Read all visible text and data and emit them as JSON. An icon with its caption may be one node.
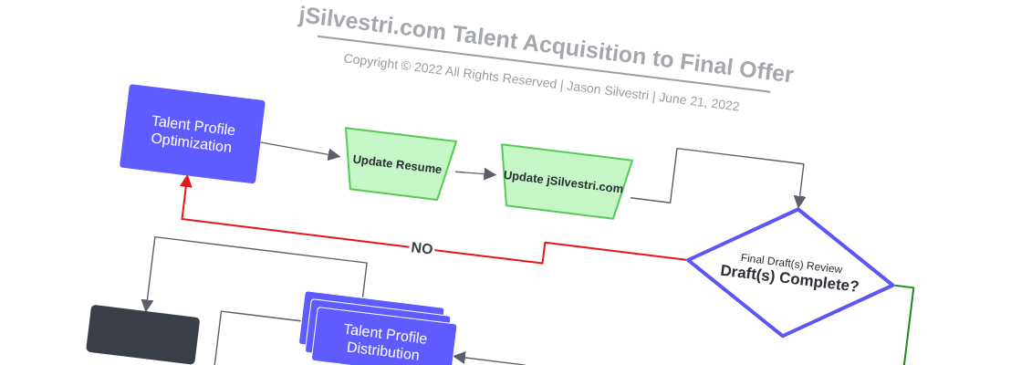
{
  "diagram": {
    "title": "jSilvestri.com Talent Acquisition to Final Offer",
    "nodes": [
      {
        "text": [
          "Talent Profile Optimization"
        ]
      },
      {
        "text": [
          "Update Resume"
        ]
      },
      {
        "text": [
          "Update jSilvestri.com"
        ]
      },
      {
        "text": [
          "Final Draft(s) Review",
          "Draft(s) Complete?"
        ]
      },
      {
        "text": [],
        "shape": "box"
      },
      {
        "text": [
          "Talent Profile Distribution"
        ]
      }
    ],
    "edges": [
      {
        "from": 0,
        "to": 1,
        "arrow": "to"
      },
      {
        "from": 1,
        "to": 2,
        "arrow": "to"
      },
      {
        "from": 2,
        "to": 3,
        "arrow": "to"
      },
      {
        "from": 3,
        "to": 0,
        "arrow": "to",
        "label": "NO",
        "color": "#e8141c"
      },
      {
        "from": 3,
        "to": null,
        "arrow": "none",
        "color": "#1a8a1a"
      },
      {
        "from": null,
        "to": 5,
        "arrow": "to"
      },
      {
        "from": 5,
        "to": 4,
        "arrow": "to"
      },
      {
        "from": 5,
        "to": null,
        "arrow": "none"
      }
    ],
    "labels": [
      "Copyright © 2022 All Rights Reserved | Jason Silvestri | June 21, 2022"
    ]
  }
}
